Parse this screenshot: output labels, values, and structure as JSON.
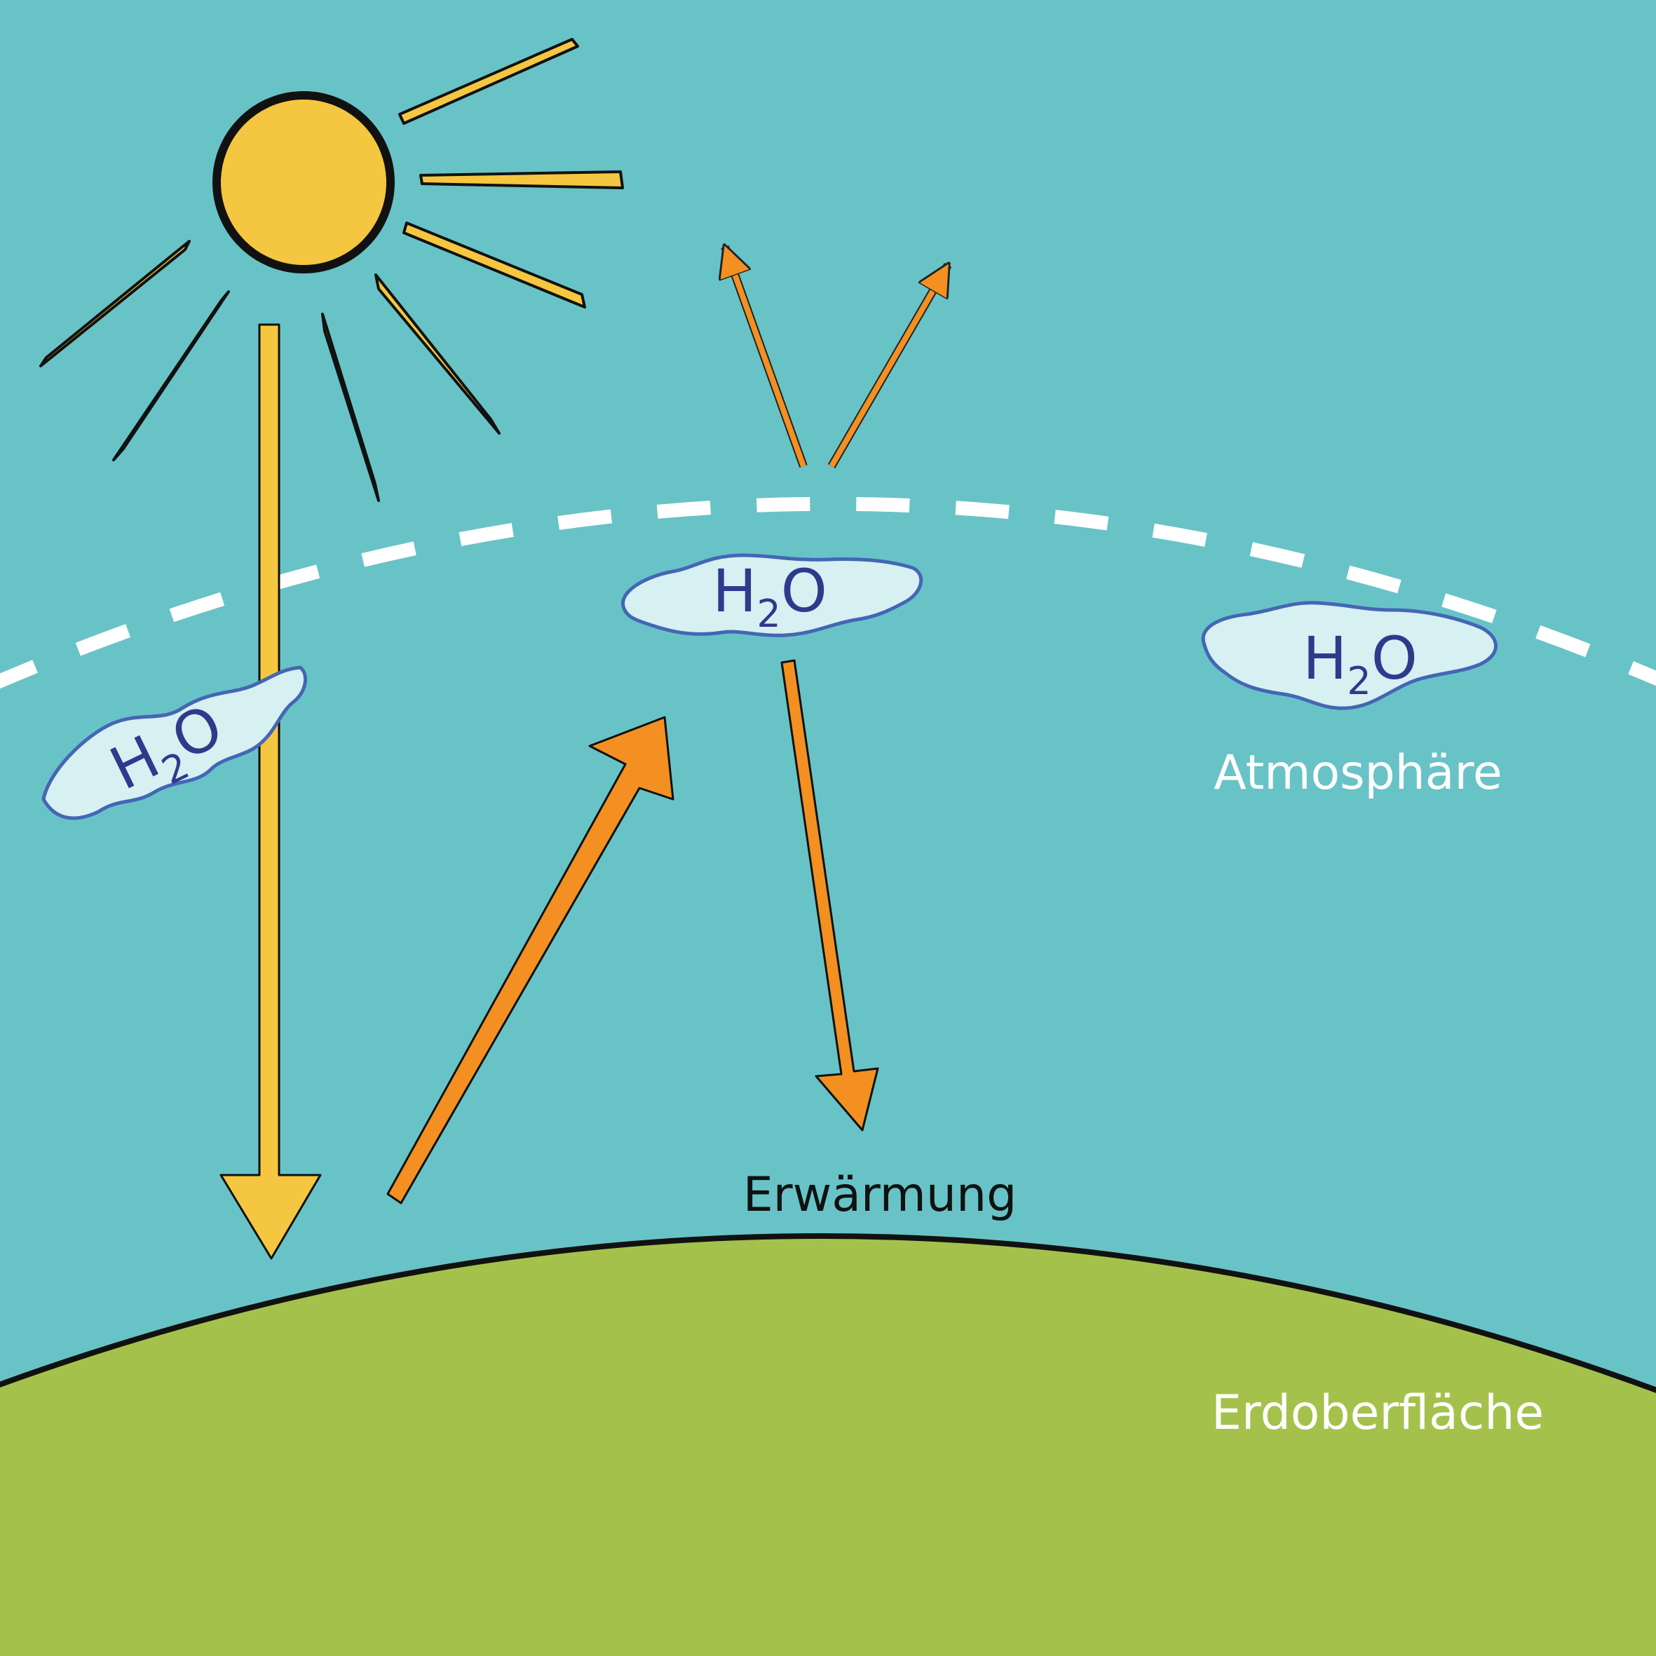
{
  "labels": {
    "atmosphere": "Atmosphäre",
    "surface": "Erdoberfläche",
    "warming": "Erwärmung"
  },
  "molecule": {
    "base": "H",
    "subscript": "2",
    "tail": "O"
  },
  "colors": {
    "sky": "#68c3c7",
    "ground": "#a4c24b",
    "sun": "#f5c63f",
    "arrow_orange": "#f39021",
    "cloud_fill": "#d7f0f1",
    "cloud_stroke": "#4466b4",
    "molecule_text": "#2e3a8c",
    "label_light": "#ffffff",
    "label_dark": "#111111"
  }
}
